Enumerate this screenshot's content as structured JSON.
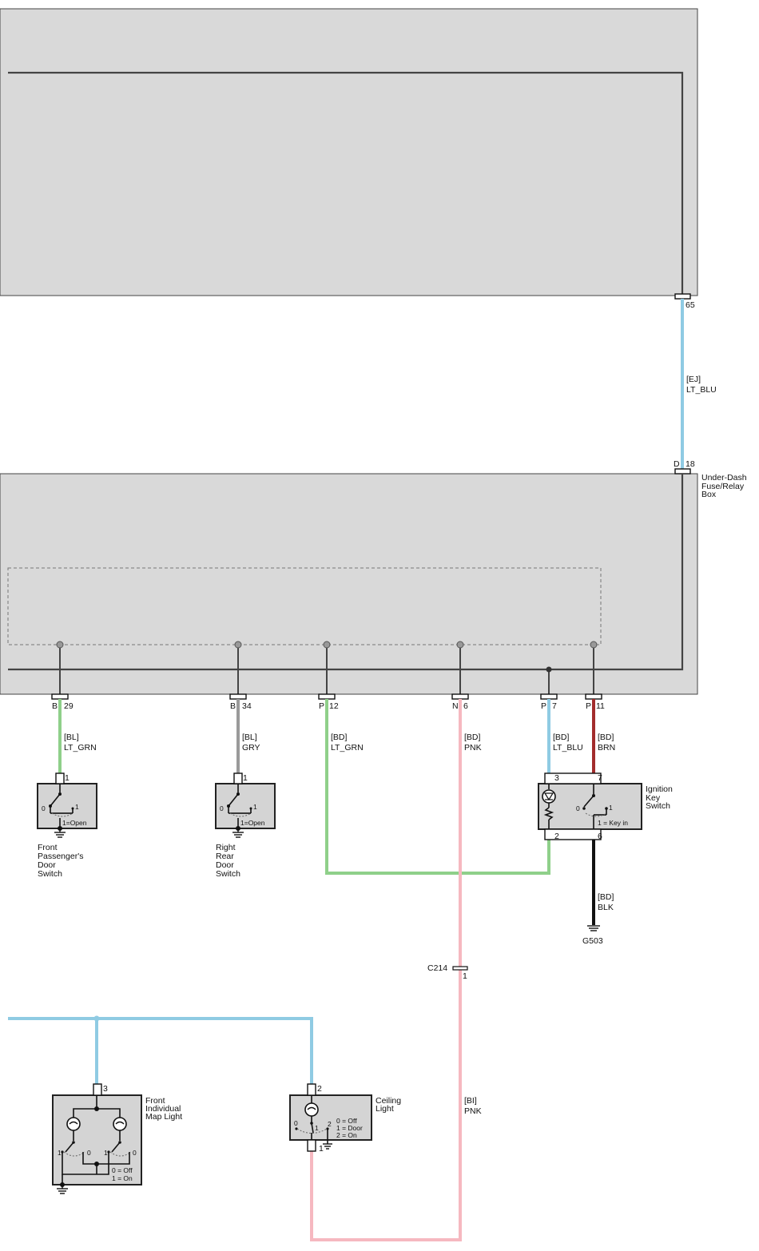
{
  "colors": {
    "lt_blu": "#8fcbe3",
    "lt_grn": "#8fd08a",
    "gry": "#9a9a9a",
    "pnk": "#f6b8c0",
    "brn": "#a22c2c",
    "blk": "#111111",
    "box_fill": "#d9d9d9"
  },
  "top_pin": {
    "number": "65"
  },
  "wire_ej": {
    "code": "[EJ]",
    "color": "LT_BLU"
  },
  "fusebox": {
    "input_pin": {
      "prefix": "D",
      "number": "18"
    },
    "label": [
      "Under-Dash",
      "Fuse/Relay",
      "Box"
    ],
    "pins": [
      {
        "prefix": "B",
        "number": "29"
      },
      {
        "prefix": "B",
        "number": "34"
      },
      {
        "prefix": "P",
        "number": "12"
      },
      {
        "prefix": "N",
        "number": "6"
      },
      {
        "prefix": "P",
        "number": "7"
      },
      {
        "prefix": "P",
        "number": "11"
      }
    ]
  },
  "wires": [
    {
      "code": "[BL]",
      "color": "LT_GRN"
    },
    {
      "code": "[BL]",
      "color": "GRY"
    },
    {
      "code": "[BD]",
      "color": "LT_GRN"
    },
    {
      "code": "[BD]",
      "color": "PNK"
    },
    {
      "code": "[BD]",
      "color": "LT_BLU"
    },
    {
      "code": "[BD]",
      "color": "BRN"
    }
  ],
  "front_passenger_switch": {
    "label": [
      "Front",
      "Passenger's",
      "Door",
      "Switch"
    ],
    "pin": "1",
    "pos0": "0",
    "pos1": "1",
    "legend": "1=Open"
  },
  "right_rear_switch": {
    "label": [
      "Right",
      "Rear",
      "Door",
      "Switch"
    ],
    "pin": "1",
    "pos0": "0",
    "pos1": "1",
    "legend": "1=Open"
  },
  "ignition_switch": {
    "label": [
      "Ignition",
      "Key",
      "Switch"
    ],
    "pin_top_left": "3",
    "pin_top_right": "7",
    "pin_bottom_left": "2",
    "pin_bottom_right": "6",
    "pos0": "0",
    "pos1": "1",
    "legend": "1 = Key in"
  },
  "ground_wire": {
    "code": "[BD]",
    "color": "BLK"
  },
  "ground": {
    "name": "G503"
  },
  "connector_c214": {
    "name": "C214",
    "pin": "1"
  },
  "wire_bi": {
    "code": "[BI]",
    "color": "PNK"
  },
  "map_light": {
    "label": [
      "Front",
      "Individual",
      "Map Light"
    ],
    "pin": "3",
    "left_pos1": "1",
    "left_pos0": "0",
    "right_pos1": "1",
    "right_pos0": "0",
    "legend": [
      "0 = Off",
      "1 = On"
    ]
  },
  "ceiling_light": {
    "label": [
      "Ceiling",
      "Light"
    ],
    "pin_top": "2",
    "pin_bottom": "1",
    "pos0": "0",
    "pos1": "1",
    "pos2": "2",
    "legend": [
      "0 = Off",
      "1 = Door",
      "2 = On"
    ]
  }
}
